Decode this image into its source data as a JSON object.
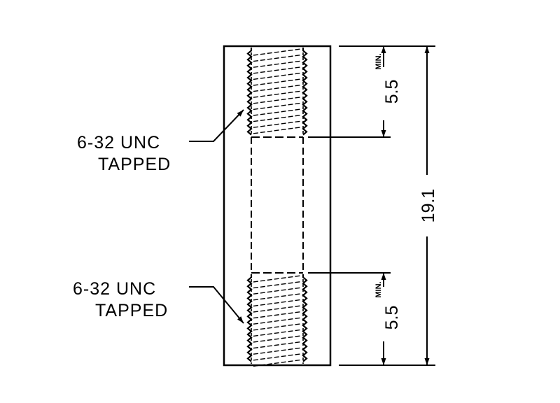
{
  "callouts": {
    "upper": {
      "line1": "6-32 UNC",
      "line2": "TAPPED"
    },
    "lower": {
      "line1": "6-32 UNC",
      "line2": "TAPPED"
    }
  },
  "dimensions": {
    "overall": {
      "value": "19.1"
    },
    "upper_depth": {
      "value": "5.5",
      "qualifier": "MIN."
    },
    "lower_depth": {
      "value": "5.5",
      "qualifier": "MIN."
    }
  }
}
